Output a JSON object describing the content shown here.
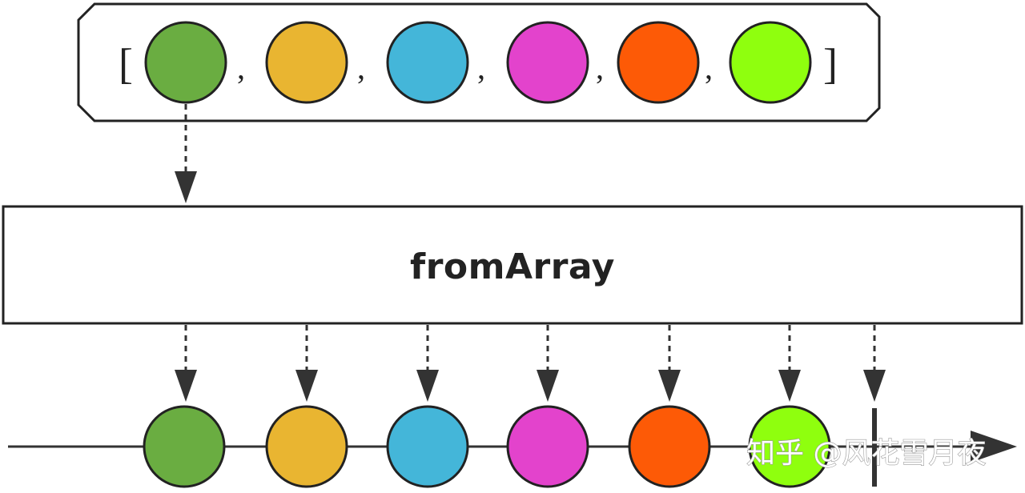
{
  "input_array": {
    "open_bracket": "[",
    "close_bracket": "]",
    "separator": ",",
    "item_colors": [
      "#6aad41",
      "#e9b531",
      "#44b6d9",
      "#e343cc",
      "#fd5a06",
      "#8fff0e"
    ]
  },
  "operator": {
    "label": "fromArray"
  },
  "output_stream": {
    "item_colors": [
      "#6aad41",
      "#e9b531",
      "#44b6d9",
      "#e343cc",
      "#fd5a06",
      "#8fff0e"
    ],
    "completion_marker": "complete"
  },
  "watermark": {
    "text": "知乎 @风花雪月夜"
  }
}
